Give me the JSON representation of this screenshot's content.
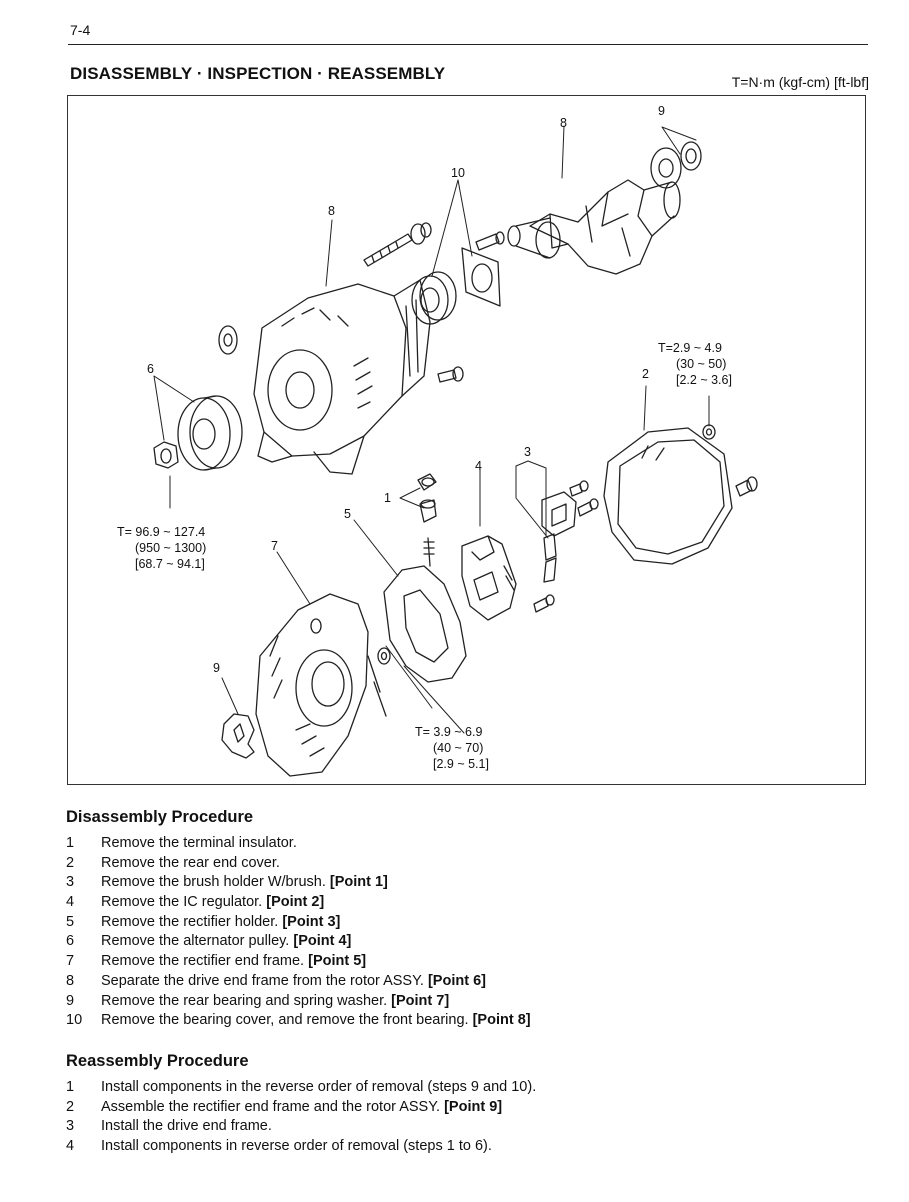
{
  "page": {
    "number": "7-4",
    "title": "DISASSEMBLY · INSPECTION · REASSEMBLY",
    "units": "T=N·m (kgf-cm) [ft-lbf]"
  },
  "figure": {
    "callouts": [
      "9",
      "8",
      "10",
      "8",
      "6",
      "2",
      "3",
      "4",
      "1",
      "5",
      "7",
      "9"
    ],
    "torques": [
      {
        "nm": "T=2.9 ~ 4.9",
        "kgfcm": "(30 ~ 50)",
        "ftlbf": "[2.2 ~ 3.6]"
      },
      {
        "nm": "T= 96.9 ~ 127.4",
        "kgfcm": "(950 ~ 1300)",
        "ftlbf": "[68.7 ~ 94.1]"
      },
      {
        "nm": "T= 3.9 ~ 6.9",
        "kgfcm": "(40 ~ 70)",
        "ftlbf": "[2.9 ~ 5.1]"
      }
    ]
  },
  "disassembly": {
    "heading": "Disassembly Procedure",
    "steps": [
      {
        "num": "1",
        "text": "Remove the terminal insulator.",
        "point": ""
      },
      {
        "num": "2",
        "text": "Remove the rear end cover.",
        "point": ""
      },
      {
        "num": "3",
        "text": "Remove the brush holder W/brush.",
        "point": "[Point 1]"
      },
      {
        "num": "4",
        "text": "Remove the IC regulator.",
        "point": "[Point 2]"
      },
      {
        "num": "5",
        "text": "Remove the rectifier holder.",
        "point": "[Point 3]"
      },
      {
        "num": "6",
        "text": "Remove the alternator pulley.",
        "point": "[Point 4]"
      },
      {
        "num": "7",
        "text": "Remove the rectifier end frame.",
        "point": "[Point 5]"
      },
      {
        "num": "8",
        "text": "Separate the drive end frame from the rotor ASSY.",
        "point": "[Point 6]"
      },
      {
        "num": "9",
        "text": "Remove the rear bearing and spring washer.",
        "point": "[Point 7]"
      },
      {
        "num": "10",
        "text": "Remove the bearing cover, and remove the front bearing.",
        "point": "[Point 8]"
      }
    ]
  },
  "reassembly": {
    "heading": "Reassembly Procedure",
    "steps": [
      {
        "num": "1",
        "text": "Install components in the reverse order of removal (steps 9 and 10).",
        "point": ""
      },
      {
        "num": "2",
        "text": "Assemble the rectifier end frame and the rotor ASSY.",
        "point": "[Point 9]"
      },
      {
        "num": "3",
        "text": "Install the drive end frame.",
        "point": ""
      },
      {
        "num": "4",
        "text": "Install components in reverse order of removal (steps 1 to 6).",
        "point": ""
      }
    ]
  }
}
